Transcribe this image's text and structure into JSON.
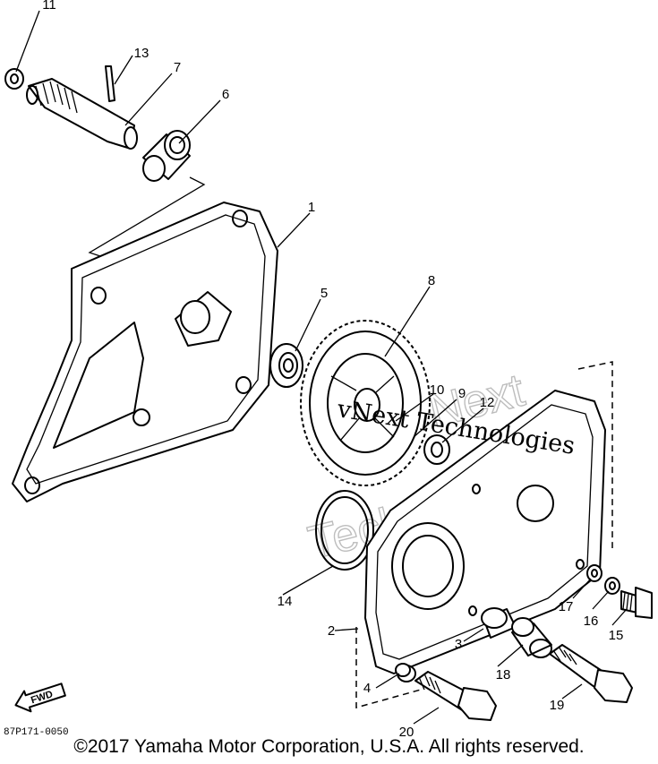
{
  "callouts": [
    "11",
    "13",
    "7",
    "6",
    "1",
    "5",
    "8",
    "10",
    "9",
    "12",
    "14",
    "2",
    "17",
    "16",
    "15",
    "3",
    "18",
    "4",
    "19",
    "20"
  ],
  "diagram_code": "87P171-0050",
  "forward_label": "FWD",
  "watermark": {
    "dark_text": "vNext Technologies",
    "outline_line1": "vNext",
    "outline_line2": "Technologies"
  },
  "copyright": "©2017 Yamaha Motor Corporation, U.S.A. All rights reserved."
}
